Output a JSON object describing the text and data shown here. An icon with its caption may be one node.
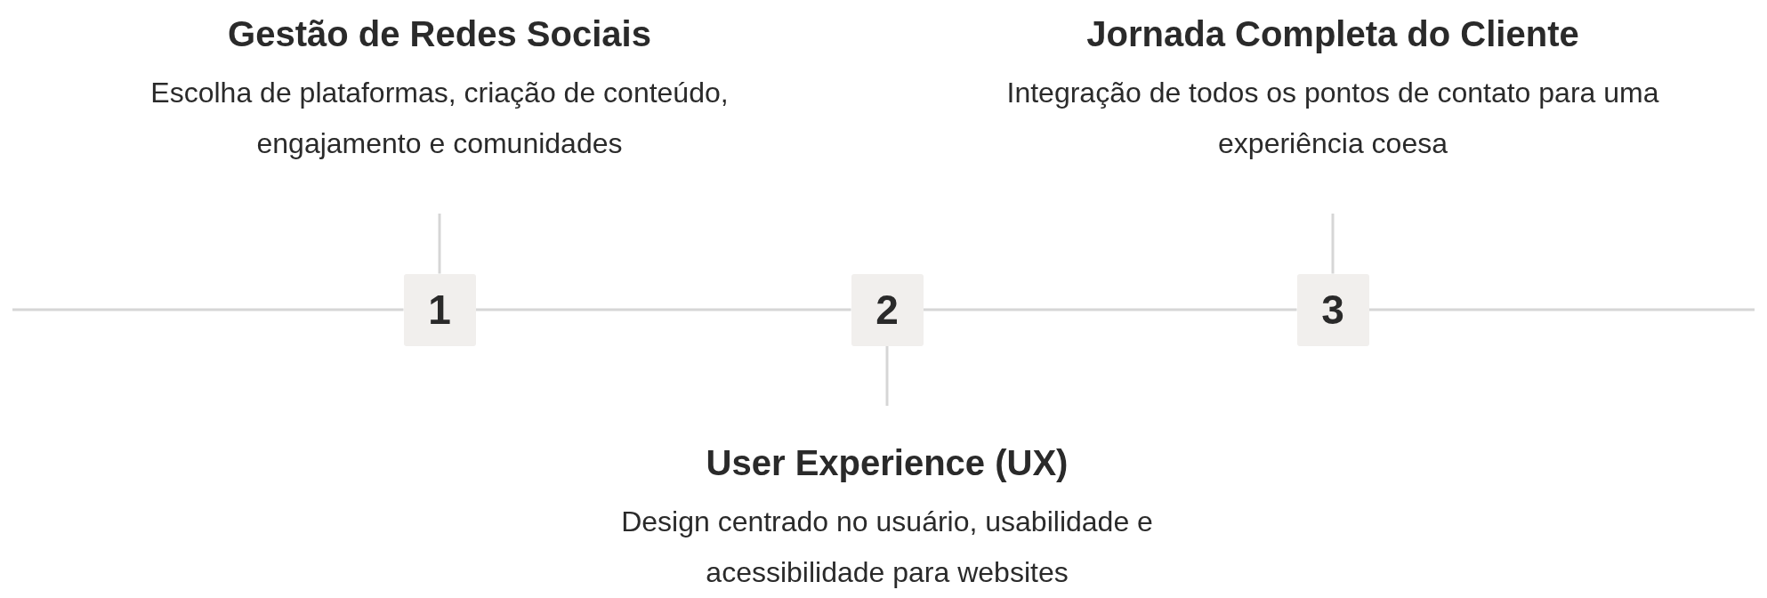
{
  "diagram": {
    "nodes": [
      {
        "text": [
          "Gestão de Redes Sociais",
          "Escolha de plataformas, criação de conteúdo, engajamento e comunidades"
        ]
      },
      {
        "text": [
          "1"
        ]
      },
      {
        "text": [
          "2"
        ]
      },
      {
        "text": [
          "User Experience (UX)",
          "Design centrado no usuário, usabilidade e acessibilidade para websites"
        ]
      },
      {
        "text": [
          "Jornada Completa do Cliente",
          "Integração de todos os pontos de contato para uma experiência coesa"
        ]
      },
      {
        "text": [
          "3"
        ]
      }
    ],
    "edges": [
      {
        "from": null,
        "to": 1,
        "arrow": "none"
      },
      {
        "from": 1,
        "to": 2,
        "arrow": "none"
      },
      {
        "from": 2,
        "to": 5,
        "arrow": "none"
      },
      {
        "from": 5,
        "to": null,
        "arrow": "none"
      },
      {
        "from": 0,
        "to": 1,
        "arrow": "none"
      },
      {
        "from": 2,
        "to": 3,
        "arrow": "none"
      },
      {
        "from": 4,
        "to": 5,
        "arrow": "none"
      }
    ]
  }
}
